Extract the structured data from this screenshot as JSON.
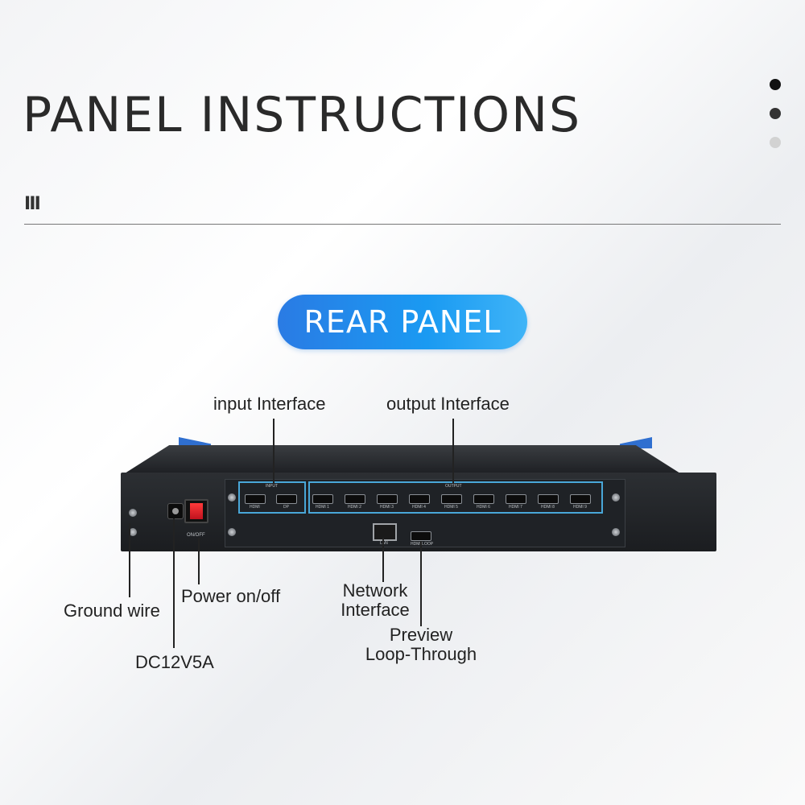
{
  "header": {
    "title": "PANEL INSTRUCTIONS",
    "subtitle_mark": "Ⅲ"
  },
  "pagination": [
    {
      "color": "#111111"
    },
    {
      "color": "#333333"
    },
    {
      "color": "#d2d2d2"
    }
  ],
  "section_pill": {
    "label": "REAR PANEL",
    "color": "#1a8ef0"
  },
  "callouts": {
    "input_interface": "input Interface",
    "output_interface": "output Interface",
    "ground_wire": "Ground wire",
    "dc": "DC12V5A",
    "power": "Power on/off",
    "network": [
      "Network",
      "Interface"
    ],
    "preview": [
      "Preview",
      "Loop-Through"
    ]
  },
  "device": {
    "input_label": "INPUT",
    "output_label": "OUTPUT",
    "input_ports": [
      "HDMI",
      "DP"
    ],
    "output_ports": [
      "HDMI 1",
      "HDMI 2",
      "HDMI 3",
      "HDMI 4",
      "HDMI 5",
      "HDMI 6",
      "HDMI 7",
      "HDMI 8",
      "HDMI 9"
    ],
    "lan_label": "LAN",
    "loop_label": "HDMI LOOP",
    "switch_label": "ON/OFF",
    "accent_color": "#49a7d8",
    "switch_color": "#e0202c"
  }
}
